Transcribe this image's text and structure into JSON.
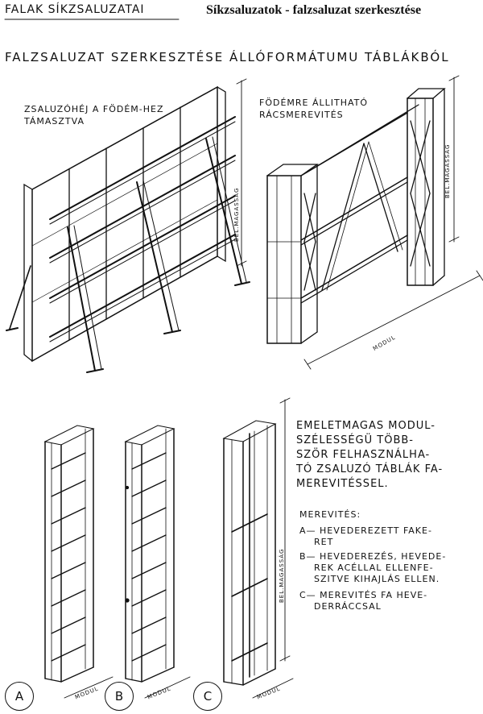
{
  "header": {
    "left": "FALAK SÍKZSALUZATAI",
    "right": "Síkzsaluzatok - falzsaluzat szerkesztése"
  },
  "main_title": "FALZSALUZAT SZERKESZTÉSE ÁLLÓFORMÁTUMU TÁBLÁKBÓL",
  "top_left": {
    "label": "ZSALUZÓHÉJ A FÖDÉM-HEZ TÁMASZTVA",
    "dim": "BEL.MAGASSÁG"
  },
  "top_right": {
    "label": "FÖDÉMRE ÁLLITHATÓ RÁCSMEREVITÉS",
    "dim_height": "BEL.MAGASSÁG",
    "dim_width": "MODUL"
  },
  "bottom": {
    "description": "EMELETMAGAS MODUL-\nSZÉLESSÉGÜ TÖBB-\nSZÖR FELHASZNÁLHA-\nTÓ ZSALUZÓ TÁBLÁK FA-\nMEREVITÉSSEL.",
    "merevites_title": "MEREVITÉS:",
    "merevites_items": [
      "A— HEVEDEREZETT FAKE-\n    RET",
      "B— HEVEDEREZÉS, HEVEDE-\n    REK ACÉLLAL ELLENFE-\n    SZITVE KIHAJLÁS ELLEN.",
      "C— MEREVITÉS FA HEVE-\n    DERRÁCCSAL"
    ],
    "dim_height": "BEL.MAGASSÁG",
    "dim_width": "MODUL",
    "panels": [
      "A",
      "B",
      "C"
    ]
  }
}
